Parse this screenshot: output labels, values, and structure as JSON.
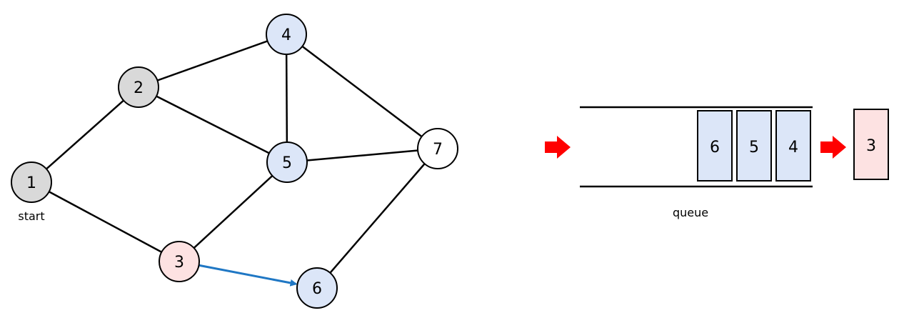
{
  "graph": {
    "nodes": [
      {
        "id": "1",
        "label": "1",
        "state": "visited"
      },
      {
        "id": "2",
        "label": "2",
        "state": "visited"
      },
      {
        "id": "3",
        "label": "3",
        "state": "current"
      },
      {
        "id": "4",
        "label": "4",
        "state": "queued"
      },
      {
        "id": "5",
        "label": "5",
        "state": "queued"
      },
      {
        "id": "6",
        "label": "6",
        "state": "queued"
      },
      {
        "id": "7",
        "label": "7",
        "state": "unvisited"
      }
    ],
    "edges": [
      {
        "from": "1",
        "to": "2"
      },
      {
        "from": "1",
        "to": "3"
      },
      {
        "from": "2",
        "to": "4"
      },
      {
        "from": "2",
        "to": "5"
      },
      {
        "from": "4",
        "to": "5"
      },
      {
        "from": "4",
        "to": "7"
      },
      {
        "from": "5",
        "to": "7"
      },
      {
        "from": "3",
        "to": "5"
      },
      {
        "from": "6",
        "to": "7"
      }
    ],
    "highlighted_edge": {
      "from": "3",
      "to": "6"
    },
    "start_label": "start"
  },
  "queue": {
    "label": "queue",
    "items": [
      "6",
      "5",
      "4"
    ],
    "dequeued": "3"
  },
  "colors": {
    "visited": "#d9d9d9",
    "current": "#fde2e2",
    "queued": "#dce6f8",
    "unvisited": "#ffffff",
    "arrow_red": "#ff0000",
    "edge_blue": "#1f77c4",
    "stroke": "#000000"
  }
}
